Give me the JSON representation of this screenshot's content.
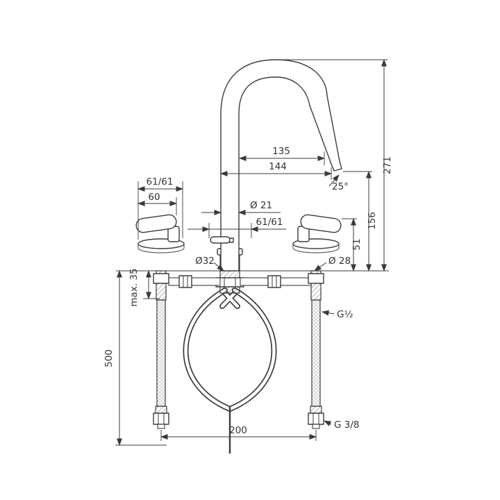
{
  "drawing": {
    "labels": {
      "top_left_pair": "61/61",
      "handle_width": "60",
      "reach_inner": "135",
      "reach_outer": "144",
      "spout_angle": "25°",
      "overall_height": "271",
      "outlet_height": "156",
      "handle_height": "51",
      "spout_diameter": "Ø 21",
      "center_pair": "61/61",
      "center_base_diameter": "Ø32",
      "handle_base_diameter": "Ø 28",
      "max_mounting_thickness": "max. 35",
      "hose_length": "500",
      "valve_thread": "G½",
      "hole_spacing": "200",
      "supply_thread": "G 3/8"
    }
  }
}
